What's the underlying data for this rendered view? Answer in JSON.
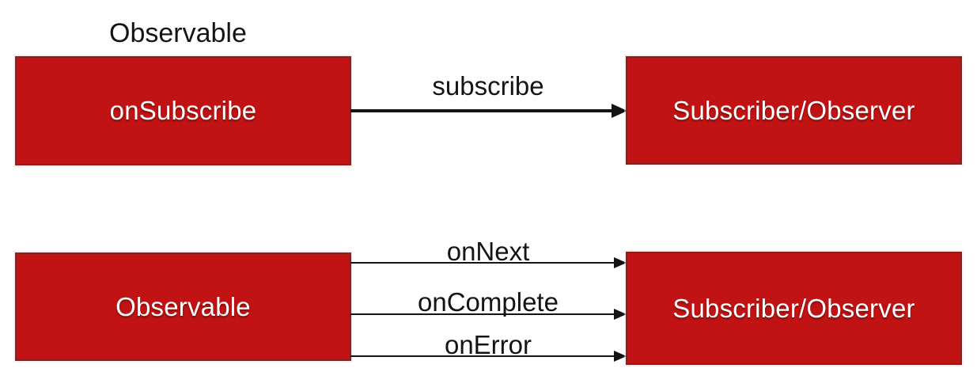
{
  "diagram": {
    "colors": {
      "box_fill": "#C11313",
      "box_border": "#8A201B",
      "box_text": "#FFFFFF",
      "arrow_and_label": "#141414",
      "background": "#FFFFFF"
    },
    "top_flow": {
      "caption": "Observable",
      "source_box": "onSubscribe",
      "arrow_label": "subscribe",
      "target_box": "Subscriber/Observer"
    },
    "bottom_flow": {
      "source_box": "Observable",
      "arrows": [
        {
          "label": "onNext"
        },
        {
          "label": "onComplete"
        },
        {
          "label": "onError"
        }
      ],
      "target_box": "Subscriber/Observer"
    }
  }
}
